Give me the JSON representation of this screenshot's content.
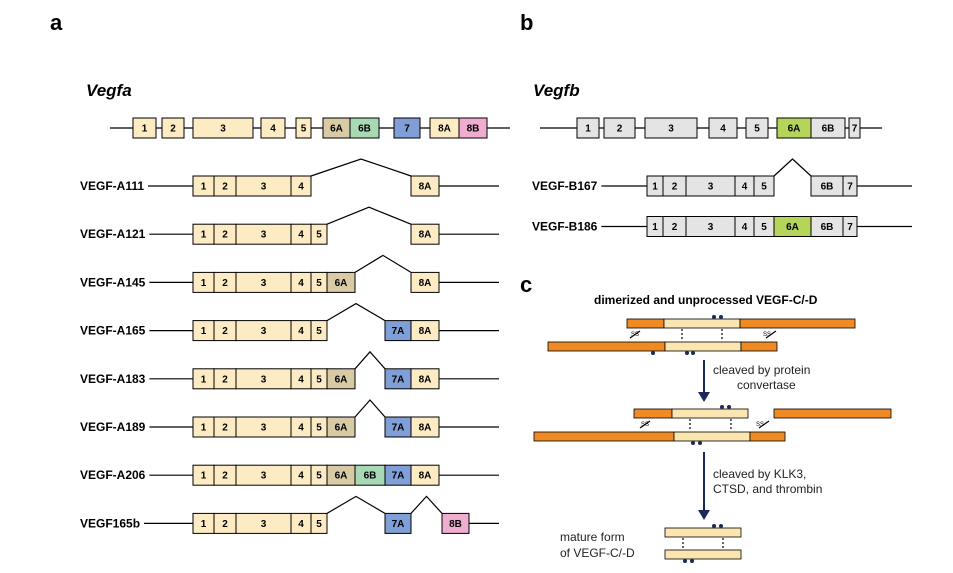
{
  "panels": {
    "a": "a",
    "b": "b",
    "c": "c"
  },
  "colors": {
    "exon_default": "#fdebc4",
    "exon_6a": "#d9caa6",
    "exon_6b": "#a9d9b4",
    "exon_7": "#7f9fd6",
    "exon_8b": "#efaed0",
    "vegfb_exon": "#e4e4e4",
    "vegfb_6a": "#b5d45a",
    "orange": "#f08a24",
    "cream": "#fbe6b2",
    "arrow": "#1c2a5a"
  },
  "vegfa": {
    "gene_name": "Vegfa",
    "gene_exons": [
      "1",
      "2",
      "3",
      "4",
      "5",
      "6A",
      "6B",
      "7",
      "8A",
      "8B"
    ],
    "isoforms": [
      {
        "name": "VEGF-A111",
        "exons": [
          "1",
          "2",
          "3",
          "4",
          "8A"
        ]
      },
      {
        "name": "VEGF-A121",
        "exons": [
          "1",
          "2",
          "3",
          "4",
          "5",
          "8A"
        ]
      },
      {
        "name": "VEGF-A145",
        "exons": [
          "1",
          "2",
          "3",
          "4",
          "5",
          "6A",
          "8A"
        ]
      },
      {
        "name": "VEGF-A165",
        "exons": [
          "1",
          "2",
          "3",
          "4",
          "5",
          "7A",
          "8A"
        ]
      },
      {
        "name": "VEGF-A183",
        "exons": [
          "1",
          "2",
          "3",
          "4",
          "5",
          "6A",
          "7A",
          "8A"
        ]
      },
      {
        "name": "VEGF-A189",
        "exons": [
          "1",
          "2",
          "3",
          "4",
          "5",
          "6A",
          "7A",
          "8A"
        ]
      },
      {
        "name": "VEGF-A206",
        "exons": [
          "1",
          "2",
          "3",
          "4",
          "5",
          "6A",
          "6B",
          "7A",
          "8A"
        ]
      },
      {
        "name": "VEGF165b",
        "exons": [
          "1",
          "2",
          "3",
          "4",
          "5",
          "7A",
          "8B"
        ]
      }
    ]
  },
  "vegfb": {
    "gene_name": "Vegfb",
    "gene_exons": [
      "1",
      "2",
      "3",
      "4",
      "5",
      "6A",
      "6B",
      "7"
    ],
    "isoforms": [
      {
        "name": "VEGF-B167",
        "exons": [
          "1",
          "2",
          "3",
          "4",
          "5",
          "6B",
          "7"
        ]
      },
      {
        "name": "VEGF-B186",
        "exons": [
          "1",
          "2",
          "3",
          "4",
          "5",
          "6A",
          "6B",
          "7"
        ]
      }
    ]
  },
  "vegfcd": {
    "title": "dimerized and unprocessed VEGF-C/-D",
    "step1": [
      "cleaved by protein",
      "convertase"
    ],
    "step2": [
      "cleaved by KLK3,",
      "CTSD, and thrombin"
    ],
    "mature": [
      "mature form",
      "of VEGF-C/-D"
    ],
    "ss": "SS"
  }
}
